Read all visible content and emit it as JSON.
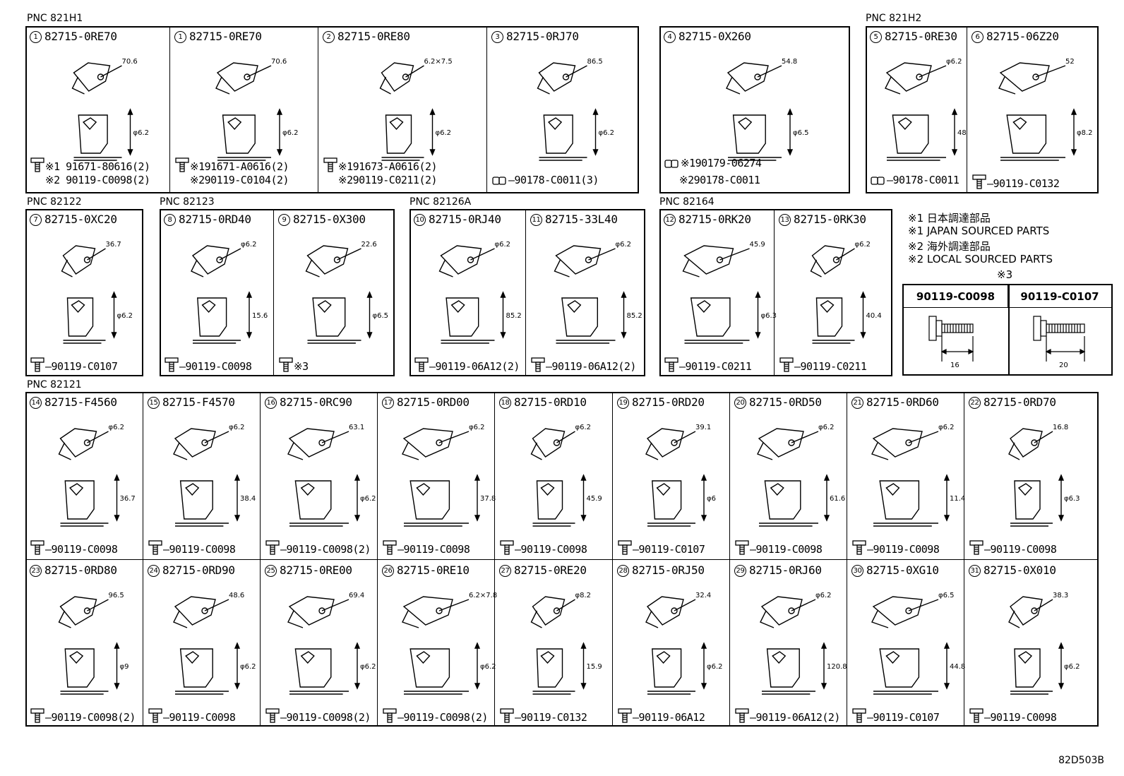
{
  "pnc": [
    {
      "id": "pnc-821h1",
      "label": "PNC 821H1"
    },
    {
      "id": "pnc-821h2",
      "label": "PNC 821H2"
    },
    {
      "id": "pnc-82122",
      "label": "PNC 82122"
    },
    {
      "id": "pnc-82123",
      "label": "PNC 82123"
    },
    {
      "id": "pnc-82126a",
      "label": "PNC 82126A"
    },
    {
      "id": "pnc-82164",
      "label": "PNC 82164"
    },
    {
      "id": "pnc-82121",
      "label": "PNC 82121"
    }
  ],
  "parts": {
    "p1a": {
      "num": "1",
      "part": "82715-0RE70",
      "dims": [
        "70.6",
        "φ6.2"
      ],
      "bolts": [
        "※1 91671-80616(2)",
        "※2 90119-C0098(2)"
      ]
    },
    "p1b": {
      "num": "1",
      "part": "82715-0RE70",
      "dims": [
        "70.6",
        "φ6.2"
      ],
      "bolts": [
        "※191671-A0616(2)",
        "※290119-C0104(2)"
      ]
    },
    "p2": {
      "num": "2",
      "part": "82715-0RE80",
      "dims": [
        "6.2×7.5",
        "φ6.2"
      ],
      "bolts": [
        "※191673-A0616(2)",
        "※290119-C0211(2)"
      ]
    },
    "p3": {
      "num": "3",
      "part": "82715-0RJ70",
      "dims": [
        "86.5",
        "φ6.2"
      ],
      "bolts": [
        "90178-C0011(3)"
      ]
    },
    "p4": {
      "num": "4",
      "part": "82715-0X260",
      "dims": [
        "54.8",
        "φ6.5"
      ],
      "bolts": [
        "※190179-06274",
        "※290178-C0011"
      ]
    },
    "p5": {
      "num": "5",
      "part": "82715-0RE30",
      "dims": [
        "φ6.2",
        "48"
      ],
      "bolts": [
        "90178-C0011"
      ]
    },
    "p6": {
      "num": "6",
      "part": "82715-06Z20",
      "dims": [
        "52",
        "φ8.2"
      ],
      "bolts": [
        "90119-C0132"
      ]
    },
    "p7": {
      "num": "7",
      "part": "82715-0XC20",
      "dims": [
        "36.7",
        "φ6.2"
      ],
      "bolts": [
        "90119-C0107"
      ]
    },
    "p8": {
      "num": "8",
      "part": "82715-0RD40",
      "dims": [
        "φ6.2",
        "15.6"
      ],
      "bolts": [
        "90119-C0098"
      ]
    },
    "p9": {
      "num": "9",
      "part": "82715-0X300",
      "dims": [
        "22.6",
        "φ6.5"
      ],
      "bolts": [
        "※3"
      ]
    },
    "p10": {
      "num": "10",
      "part": "82715-0RJ40",
      "dims": [
        "φ6.2",
        "85.2"
      ],
      "bolts": [
        "90119-06A12(2)"
      ]
    },
    "p11": {
      "num": "11",
      "part": "82715-33L40",
      "dims": [
        "φ6.2",
        "85.2"
      ],
      "bolts": [
        "90119-06A12(2)"
      ]
    },
    "p12": {
      "num": "12",
      "part": "82715-0RK20",
      "dims": [
        "45.9",
        "φ6.3"
      ],
      "bolts": [
        "90119-C0211"
      ]
    },
    "p13": {
      "num": "13",
      "part": "82715-0RK30",
      "dims": [
        "φ6.2",
        "40.4"
      ],
      "bolts": [
        "90119-C0211"
      ]
    },
    "p14": {
      "num": "14",
      "part": "82715-F4560",
      "dims": [
        "φ6.2",
        "36.7"
      ],
      "bolts": [
        "90119-C0098"
      ]
    },
    "p15": {
      "num": "15",
      "part": "82715-F4570",
      "dims": [
        "φ6.2",
        "38.4"
      ],
      "bolts": [
        "90119-C0098"
      ]
    },
    "p16": {
      "num": "16",
      "part": "82715-0RC90",
      "dims": [
        "63.1",
        "φ6.2"
      ],
      "bolts": [
        "90119-C0098(2)"
      ]
    },
    "p17": {
      "num": "17",
      "part": "82715-0RD00",
      "dims": [
        "φ6.2",
        "37.8"
      ],
      "bolts": [
        "90119-C0098"
      ]
    },
    "p18": {
      "num": "18",
      "part": "82715-0RD10",
      "dims": [
        "φ6.2",
        "45.9"
      ],
      "bolts": [
        "90119-C0098"
      ]
    },
    "p19": {
      "num": "19",
      "part": "82715-0RD20",
      "dims": [
        "39.1",
        "φ6"
      ],
      "bolts": [
        "90119-C0107"
      ]
    },
    "p20": {
      "num": "20",
      "part": "82715-0RD50",
      "dims": [
        "φ6.2",
        "61.6"
      ],
      "bolts": [
        "90119-C0098"
      ]
    },
    "p21": {
      "num": "21",
      "part": "82715-0RD60",
      "dims": [
        "φ6.2",
        "11.4"
      ],
      "bolts": [
        "90119-C0098"
      ]
    },
    "p22": {
      "num": "22",
      "part": "82715-0RD70",
      "dims": [
        "16.8",
        "φ6.3"
      ],
      "bolts": [
        "90119-C0098"
      ]
    },
    "p23": {
      "num": "23",
      "part": "82715-0RD80",
      "dims": [
        "96.5",
        "φ9"
      ],
      "bolts": [
        "90119-C0098(2)"
      ]
    },
    "p24": {
      "num": "24",
      "part": "82715-0RD90",
      "dims": [
        "48.6",
        "φ6.2"
      ],
      "bolts": [
        "90119-C0098"
      ]
    },
    "p25": {
      "num": "25",
      "part": "82715-0RE00",
      "dims": [
        "69.4",
        "φ6.2"
      ],
      "bolts": [
        "90119-C0098(2)"
      ]
    },
    "p26": {
      "num": "26",
      "part": "82715-0RE10",
      "dims": [
        "6.2×7.8",
        "φ6.2"
      ],
      "bolts": [
        "90119-C0098(2)"
      ]
    },
    "p27": {
      "num": "27",
      "part": "82715-0RE20",
      "dims": [
        "φ8.2",
        "15.9"
      ],
      "bolts": [
        "90119-C0132"
      ]
    },
    "p28": {
      "num": "28",
      "part": "82715-0RJ50",
      "dims": [
        "32.4",
        "φ6.2"
      ],
      "bolts": [
        "90119-06A12"
      ]
    },
    "p29": {
      "num": "29",
      "part": "82715-0RJ60",
      "dims": [
        "φ6.2",
        "120.8"
      ],
      "bolts": [
        "90119-06A12(2)"
      ]
    },
    "p30": {
      "num": "30",
      "part": "82715-0XG10",
      "dims": [
        "φ6.5",
        "44.8"
      ],
      "bolts": [
        "90119-C0107"
      ]
    },
    "p31": {
      "num": "31",
      "part": "82715-0X010",
      "dims": [
        "38.3",
        "φ6.2"
      ],
      "bolts": [
        "90119-C0098"
      ]
    }
  },
  "notes": [
    "※1 日本調達部品",
    "※1 JAPAN SOURCED PARTS",
    "※2 海外調達部品",
    "※2 LOCAL SOURCED PARTS",
    "※3"
  ],
  "legend": {
    "cols": [
      {
        "part": "90119-C0098",
        "length": "16"
      },
      {
        "part": "90119-C0107",
        "length": "20"
      }
    ]
  },
  "drawing_code": "82D503B"
}
